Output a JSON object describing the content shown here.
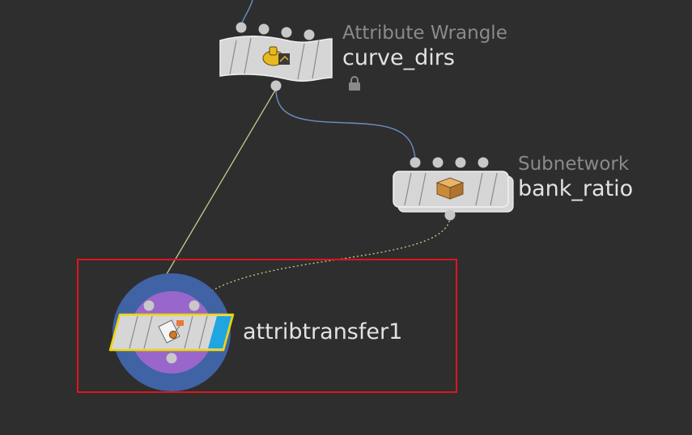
{
  "network": {
    "nodes": [
      {
        "id": "curve_dirs",
        "type_label": "Attribute Wrangle",
        "name": "curve_dirs",
        "icon": "wrangle-icon",
        "locked": true
      },
      {
        "id": "bank_ratio",
        "type_label": "Subnetwork",
        "name": "bank_ratio",
        "icon": "subnet-box-icon",
        "locked": false
      },
      {
        "id": "attribtransfer1",
        "type_label": "",
        "name": "attribtransfer1",
        "icon": "attribtransfer-icon",
        "selected": true,
        "display_flag": true
      }
    ],
    "colors": {
      "background": "#2e2e2e",
      "wire_blue": "#6d8fc4",
      "wire_yellow": "#c9c98a",
      "node_body": "#d6d6d6",
      "selection_outline": "#e0141c",
      "display_flag": "#1fa6e0",
      "highlight_outer": "#3f63a5",
      "highlight_inner": "#9966cc"
    }
  }
}
